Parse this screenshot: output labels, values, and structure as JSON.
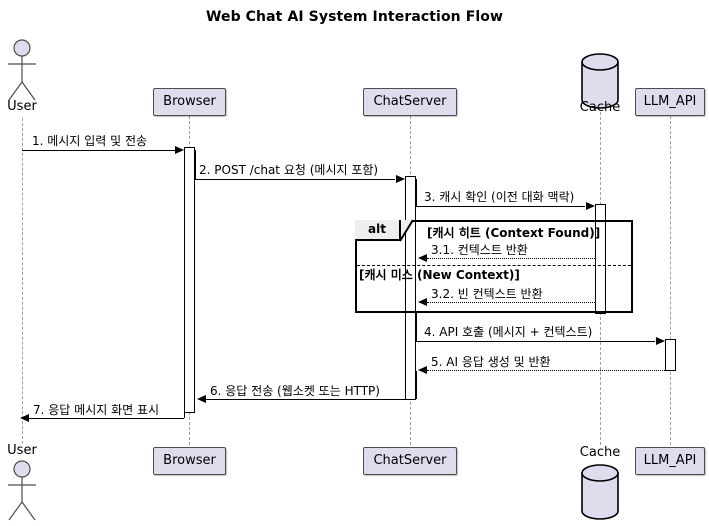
{
  "diagram": {
    "title": "Web Chat AI System Interaction Flow",
    "type": "sequence-diagram",
    "colors": {
      "participant_fill": "#DDDDEE",
      "participant_border": "#4D4D4D",
      "lifeline": "#A0A0A0",
      "fragment_tab_fill": "#EEEEEE",
      "line": "#000000"
    }
  },
  "participants": [
    {
      "name": "User",
      "shape": "actor",
      "top_label": "User",
      "bottom_label": "User"
    },
    {
      "name": "Browser",
      "shape": "box",
      "top_label": "Browser",
      "bottom_label": "Browser"
    },
    {
      "name": "ChatServer",
      "shape": "box",
      "top_label": "ChatServer",
      "bottom_label": "ChatServer"
    },
    {
      "name": "Cache",
      "shape": "database",
      "top_label": "Cache",
      "bottom_label": "Cache"
    },
    {
      "name": "LLM_API",
      "shape": "box",
      "top_label": "LLM_API",
      "bottom_label": "LLM_API"
    }
  ],
  "messages": [
    {
      "id": "1",
      "label": "1. 메시지 입력 및 전송",
      "from": "User",
      "to": "Browser",
      "style": "solid",
      "direction": "right"
    },
    {
      "id": "2",
      "label": "2. POST /chat 요청 (메시지 포함)",
      "from": "Browser",
      "to": "ChatServer",
      "style": "solid",
      "direction": "right"
    },
    {
      "id": "3",
      "label": "3. 캐시 확인 (이전 대화 맥락)",
      "from": "ChatServer",
      "to": "Cache",
      "style": "solid",
      "direction": "right"
    },
    {
      "id": "3.1",
      "label": "3.1. 컨텍스트 반환",
      "from": "Cache",
      "to": "ChatServer",
      "style": "dotted",
      "direction": "left"
    },
    {
      "id": "3.2",
      "label": "3.2. 빈 컨텍스트 반환",
      "from": "Cache",
      "to": "ChatServer",
      "style": "dotted",
      "direction": "left"
    },
    {
      "id": "4",
      "label": "4. API 호출 (메시지 + 컨텍스트)",
      "from": "ChatServer",
      "to": "LLM_API",
      "style": "solid",
      "direction": "right"
    },
    {
      "id": "5",
      "label": "5. AI 응답 생성 및 반환",
      "from": "LLM_API",
      "to": "ChatServer",
      "style": "dotted",
      "direction": "left"
    },
    {
      "id": "6",
      "label": "6. 응답 전송 (웹소켓 또는 HTTP)",
      "from": "ChatServer",
      "to": "Browser",
      "style": "solid",
      "direction": "left"
    },
    {
      "id": "7",
      "label": "7. 응답 메시지 화면 표시",
      "from": "Browser",
      "to": "User",
      "style": "solid",
      "direction": "left"
    }
  ],
  "fragment": {
    "operator": "alt",
    "branches": [
      {
        "condition": "[캐시 히트 (Context Found)]"
      },
      {
        "condition": "[캐시 미스 (New Context)]"
      }
    ]
  }
}
